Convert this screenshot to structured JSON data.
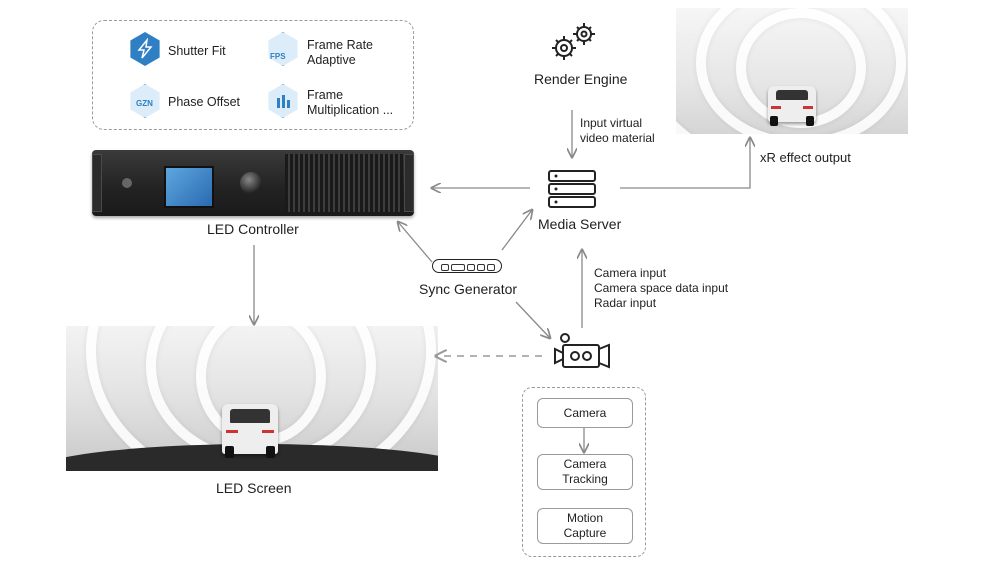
{
  "features": [
    {
      "icon": "shutter-fit-icon",
      "label": "Shutter Fit"
    },
    {
      "icon": "frame-rate-icon",
      "label": "Frame Rate Adaptive",
      "badge": "FPS"
    },
    {
      "icon": "phase-offset-icon",
      "label": "Phase Offset",
      "badge": "GZN"
    },
    {
      "icon": "frame-multiplication-icon",
      "label": "Frame Multiplication ..."
    }
  ],
  "nodes": {
    "render_engine": "Render Engine",
    "led_controller": "LED Controller",
    "media_server": "Media Server",
    "sync_generator": "Sync Generator",
    "led_screen": "LED Screen",
    "xr_output": "xR effect output"
  },
  "edge_labels": {
    "input_virtual_1": "Input virtual",
    "input_virtual_2": "video material",
    "camera_input": "Camera input",
    "camera_space": "Camera space data input",
    "radar_input": "Radar input"
  },
  "sources": [
    "Camera",
    "Camera Tracking",
    "Motion Capture"
  ],
  "colors": {
    "accent_blue": "#2f7fc4",
    "arrow_gray": "#8a8a8a"
  }
}
